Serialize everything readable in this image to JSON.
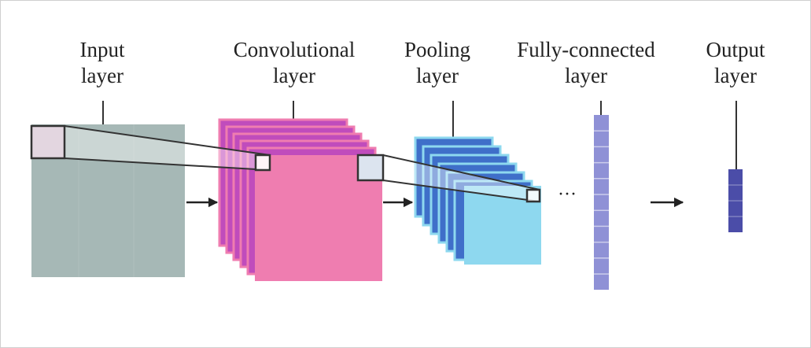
{
  "diagram": {
    "layers": [
      {
        "key": "input",
        "line1": "Input",
        "line2": "layer",
        "color": "#a6b8b6"
      },
      {
        "key": "conv",
        "line1": "Convolutional",
        "line2": "layer",
        "color": "#ef7db0"
      },
      {
        "key": "pool",
        "line1": "Pooling",
        "line2": "layer",
        "color": "#8ed8ef"
      },
      {
        "key": "fc",
        "line1": "Fully-connected",
        "line2": "layer",
        "color": "#8f91d6"
      },
      {
        "key": "output",
        "line1": "Output",
        "line2": "layer",
        "color": "#4b4da8"
      }
    ],
    "ellipsis": "···",
    "colors": {
      "conv_back": "#c04cbc",
      "pool_back": "#3f6fc9",
      "frame_line": "#333333",
      "arrow": "#222222"
    }
  }
}
